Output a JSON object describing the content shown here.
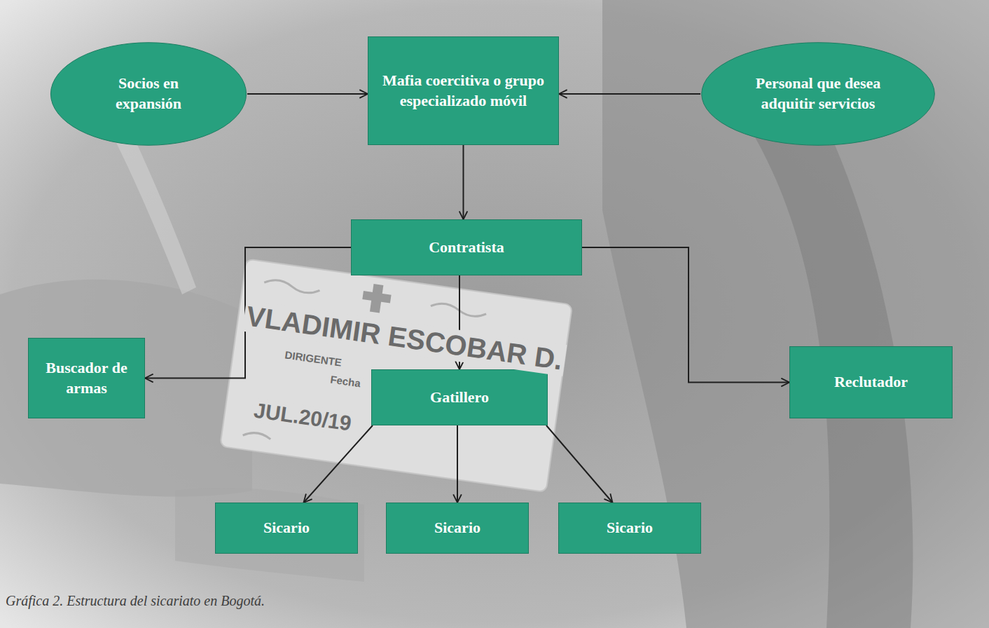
{
  "diagram": {
    "caption": "Gráfica 2. Estructura del sicariato en Bogotá.",
    "nodes": [
      {
        "text": [
          "Socios en expansión"
        ]
      },
      {
        "text": [
          "Mafia coercitiva o grupo especializado móvil"
        ]
      },
      {
        "text": [
          "Personal que desea adquitir servicios"
        ]
      },
      {
        "text": [
          "Contratista"
        ]
      },
      {
        "text": [
          "Buscador de armas"
        ]
      },
      {
        "text": [
          "Gatillero"
        ]
      },
      {
        "text": [
          "Reclutador"
        ]
      },
      {
        "text": [
          "Sicario"
        ]
      },
      {
        "text": [
          "Sicario"
        ]
      },
      {
        "text": [
          "Sicario"
        ]
      }
    ],
    "edges": [
      {
        "from": 0,
        "to": 1,
        "arrow": "to"
      },
      {
        "from": 2,
        "to": 1,
        "arrow": "to"
      },
      {
        "from": 1,
        "to": 3,
        "arrow": "to"
      },
      {
        "from": 3,
        "to": 4,
        "arrow": "to"
      },
      {
        "from": 3,
        "to": 5,
        "arrow": "to"
      },
      {
        "from": 3,
        "to": 6,
        "arrow": "to"
      },
      {
        "from": 5,
        "to": 7,
        "arrow": "to"
      },
      {
        "from": 5,
        "to": 8,
        "arrow": "to"
      },
      {
        "from": 5,
        "to": 9,
        "arrow": "to"
      }
    ],
    "labels": [
      "VLADIMIR ESCOBAR D.",
      "DIRIGENTE",
      "Fecha",
      "JUL.20/19"
    ]
  }
}
